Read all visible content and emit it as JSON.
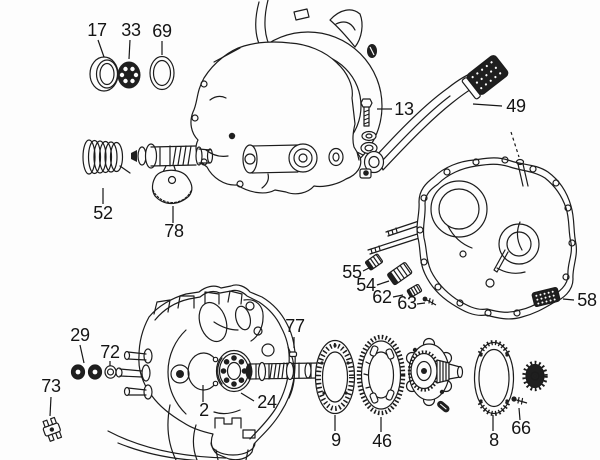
{
  "diagram": {
    "type": "exploded-parts-diagram",
    "background_color": "#fdfdfd",
    "line_color": "#1c1c1c",
    "label_color": "#141414",
    "part_labels": {
      "p17": "17",
      "p33": "33",
      "p69": "69",
      "p13": "13",
      "p49": "49",
      "p52": "52",
      "p78": "78",
      "p55": "55",
      "p54": "54",
      "p62": "62",
      "p63": "63",
      "p58": "58",
      "p29": "29",
      "p72": "72",
      "p73": "73",
      "p2": "2",
      "p24": "24",
      "p77": "77",
      "p9": "9",
      "p46": "46",
      "p8": "8",
      "p66": "66"
    }
  }
}
